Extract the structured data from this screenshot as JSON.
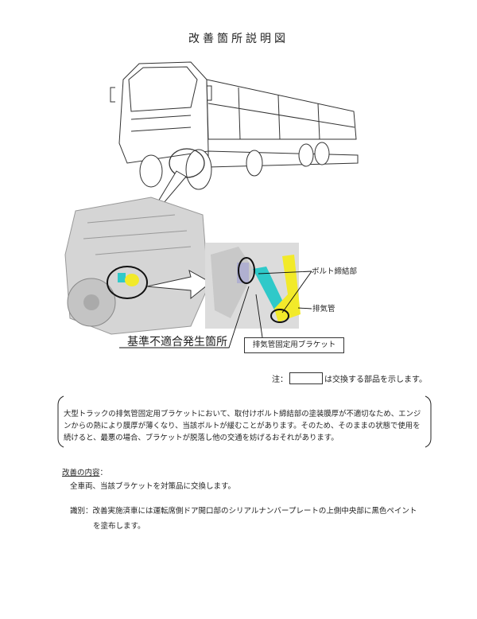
{
  "title": "改善箇所説明図",
  "figure": {
    "label_bolt": "ボルト締結部",
    "label_exhaust": "排気管",
    "label_bracket": "排気管固定用ブラケット",
    "label_location": "基準不適合発生箇所",
    "colors": {
      "bracket": "#2fc9c9",
      "exhaust": "#f2ea2a"
    }
  },
  "note": {
    "prefix": "注：",
    "suffix": "は交換する部品を示します。"
  },
  "description": "大型トラックの排気管固定用ブラケットにおいて、取付けボルト締結部の塗装膜厚が不適切なため、エンジンからの熱により膜厚が薄くなり、当該ボルトが緩むことがあります。そのため、そのままの状態で使用を続けると、最悪の場合、ブラケットが脱落し他の交通を妨げるおそれがあります。",
  "improvement": {
    "heading": "改善の内容",
    "heading_colon": "：",
    "action": "全車両、当該ブラケットを対策品に交換します。",
    "identification_line1": "識別：改善実施済車には運転席側ドア開口部のシリアルナンバープレートの上側中央部に黒色ペイント",
    "identification_line2": "を塗布します。"
  }
}
